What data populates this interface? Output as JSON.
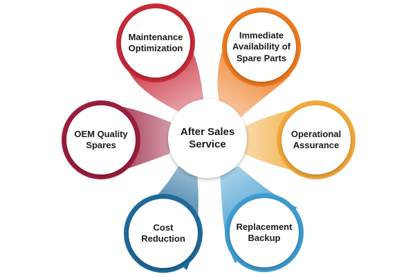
{
  "center": {
    "label": "After Sales\nService"
  },
  "nodes": [
    {
      "label": "Maintenance\nOptimization",
      "color": "#c92a3a"
    },
    {
      "label": "Immediate\nAvailability of\nSpare Parts",
      "color": "#ee7a1f"
    },
    {
      "label": "Operational\nAssurance",
      "color": "#f2a93a"
    },
    {
      "label": "Replacement\nBackup",
      "color": "#3f9ccf"
    },
    {
      "label": "Cost\nReduction",
      "color": "#1f6a9a"
    },
    {
      "label": "OEM Quality\nSpares",
      "color": "#9b1e3c"
    }
  ]
}
